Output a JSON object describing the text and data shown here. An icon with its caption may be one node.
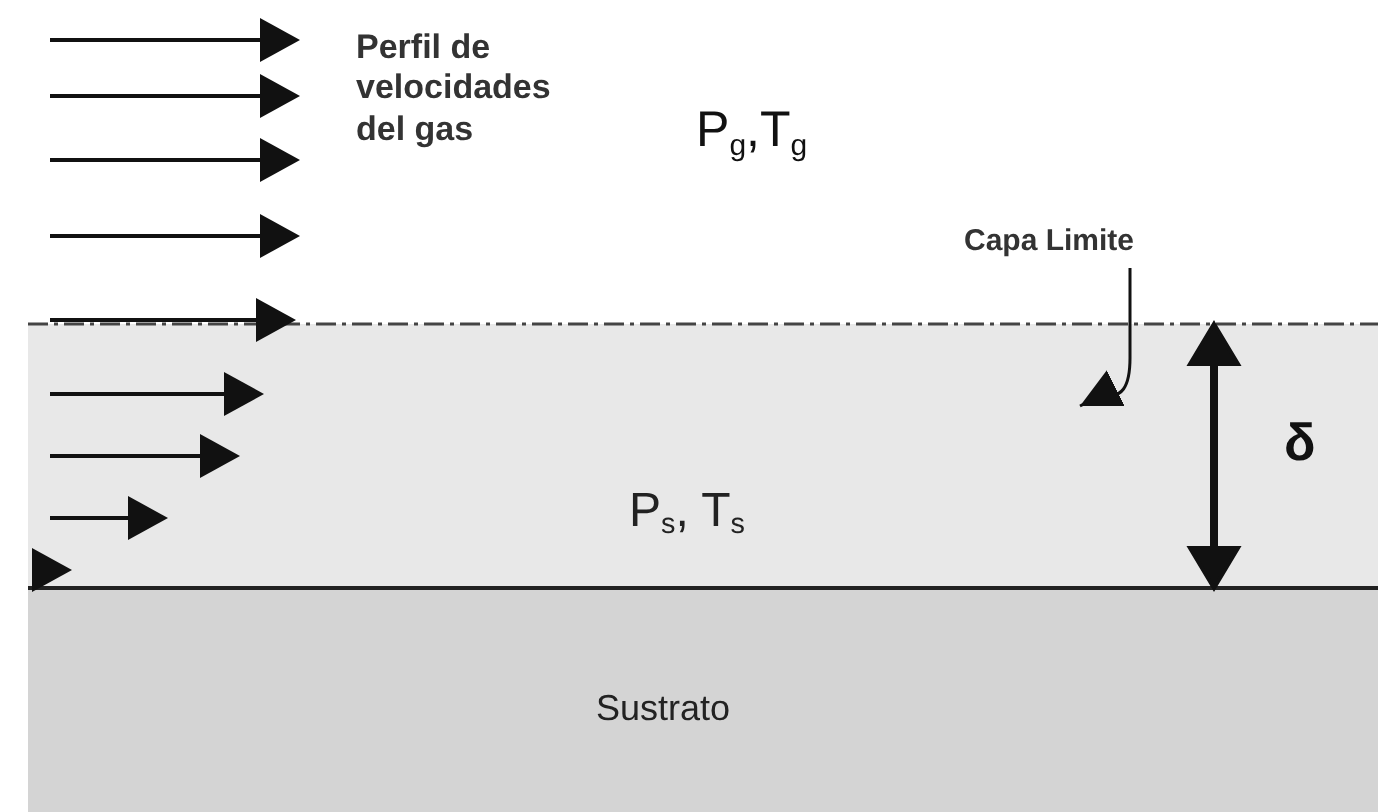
{
  "diagram": {
    "nodes": [
      {
        "text": [
          "P$_{s}$, T$_{s}$"
        ]
      },
      {
        "text": [
          "Sustrato"
        ]
      },
      {
        "text": [
          "Capa Limite"
        ]
      }
    ],
    "edges": [
      {
        "from": 2,
        "to": 0,
        "arrow": "to"
      }
    ],
    "labels": [
      "Perfil de velocidades del gas",
      "P$_{g}$,T$_{g}$",
      "δ"
    ]
  }
}
